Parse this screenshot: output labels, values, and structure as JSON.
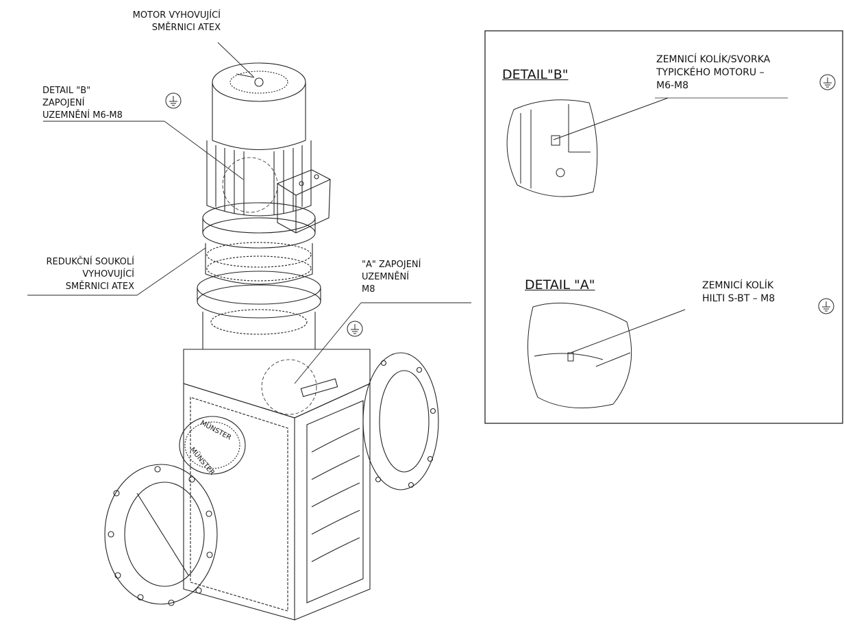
{
  "labels": {
    "motor_atex": [
      "MOTOR VYHOVUJÍCÍ",
      "SMĚRNICI ATEX"
    ],
    "detail_b_ref": [
      "DETAIL \"B\"",
      "ZAPOJENÍ",
      "UZEMNĚNÍ M6-M8"
    ],
    "gear_atex": [
      "REDUKČNÍ SOUKOLÍ",
      "VYHOVUJÍCÍ",
      "SMĚRNICI ATEX"
    ],
    "detail_a_ref": [
      "\"A\" ZAPOJENÍ",
      "UZEMNĚNÍ",
      "M8"
    ]
  },
  "detail_box": {
    "detail_b_title": "DETAIL\"B\"",
    "detail_b_note": [
      "ZEMNICÍ KOLÍK/SVORKA",
      "TYPICKÉHO MOTORU –",
      "M6-M8"
    ],
    "detail_a_title": "DETAIL \"A\"",
    "detail_a_note": [
      "ZEMNICÍ KOLÍK",
      "HILTI S-BT – M8"
    ]
  },
  "nameplate": [
    "MÜNSTER",
    "MÜNSTER"
  ],
  "icons": [
    "ground-symbol-icon"
  ]
}
